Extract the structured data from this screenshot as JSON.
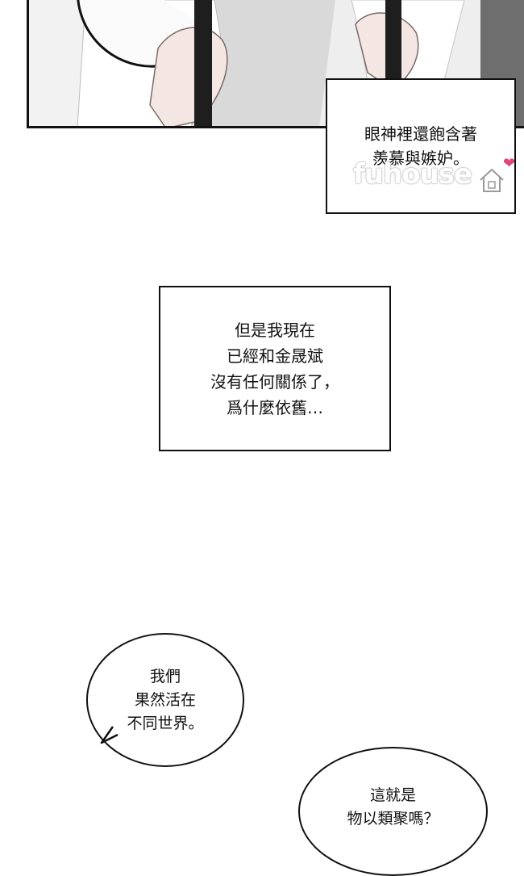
{
  "captions": {
    "top": "眼神裡還飽含著\n羨慕與嫉妒。",
    "middle": "但是我現在\n已經和金晟斌\n沒有任何關係了，\n爲什麼依舊…"
  },
  "bubbles": {
    "left": "我們\n果然活在\n不同世界。",
    "bottom": "這就是\n物以類聚嗎？"
  },
  "watermark": "fuhouse",
  "colors": {
    "ink": "#111111",
    "paper": "#ffffff",
    "heart": "#e0457b"
  },
  "icons": {
    "house": "house-icon",
    "heart": "heart-icon"
  }
}
